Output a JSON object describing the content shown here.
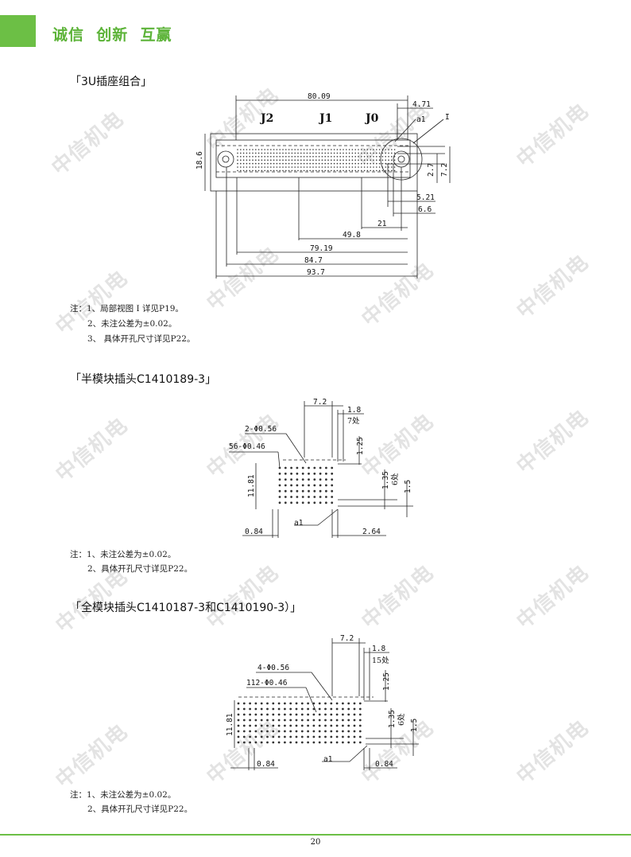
{
  "header": {
    "slogan": "诚信  创新  互赢"
  },
  "watermark": "中信机电",
  "sections": [
    {
      "title": "「3U插座组合」",
      "notes": [
        "注：1、局部视图  I  详见P19。",
        "2、未注公差为±0.02。",
        "3、  具体开孔尺寸详见P22。"
      ]
    },
    {
      "title": "「半模块插头C1410189-3」",
      "notes": [
        "注：1、未注公差为±0.02。",
        "2、具体开孔尺寸详见P22。"
      ]
    },
    {
      "title": "「全模块插头C1410187-3和C1410190-3）」",
      "notes": [
        "注：1、未注公差为±0.02。",
        "2、具体开孔尺寸详见P22。"
      ]
    }
  ],
  "drawing1": {
    "labels": [
      "J2",
      "J1",
      "J0"
    ],
    "dims": [
      "80.09",
      "4.71",
      "a1",
      "I",
      "18.6",
      "2.7",
      "7.2",
      "5.21",
      "6.6",
      "21",
      "49.8",
      "79.19",
      "84.7",
      "93.7"
    ]
  },
  "drawing2": {
    "dims": [
      "7.2",
      "1.8",
      "7处",
      "2-Φ0.56",
      "1.25",
      "56-Φ0.46",
      "11.81",
      "1.35",
      "6处",
      "1.5",
      "a1",
      "0.84",
      "2.64"
    ]
  },
  "drawing3": {
    "dims": [
      "7.2",
      "1.8",
      "15处",
      "4-Φ0.56",
      "1.25",
      "112-Φ0.46",
      "11.81",
      "1.35",
      "6处",
      "1.5",
      "a1",
      "0.84",
      "0.84"
    ]
  },
  "page_number": "20"
}
